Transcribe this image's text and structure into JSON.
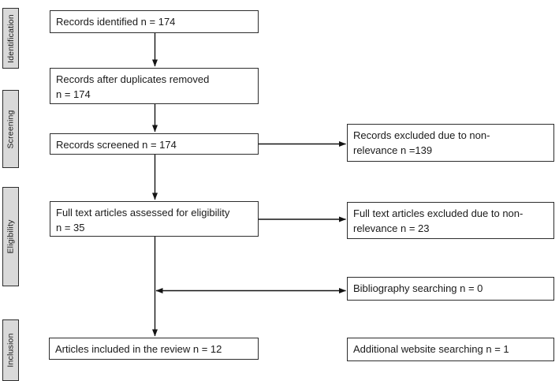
{
  "stages": [
    {
      "label": "Identification"
    },
    {
      "label": "Screening"
    },
    {
      "label": "Eligibility"
    },
    {
      "label": "Inclusion"
    }
  ],
  "main_flow": [
    {
      "text": "Records identified n = 174"
    },
    {
      "text": "Records after duplicates removed\nn = 174"
    },
    {
      "text": "Records screened n = 174"
    },
    {
      "text": "Full text articles assessed for eligibility\nn = 35"
    },
    {
      "text": "Articles included in the review n = 12"
    }
  ],
  "side_boxes": [
    {
      "text": "Records excluded due to non-\nrelevance n =139"
    },
    {
      "text": "Full text articles excluded due to non-\nrelevance n = 23"
    },
    {
      "text": "Bibliography searching n = 0"
    },
    {
      "text": "Additional website searching n = 1"
    }
  ],
  "colors": {
    "background": "#ffffff",
    "box_fill": "#ffffff",
    "box_border": "#2d2d2d",
    "stage_fill": "#d9d9d9",
    "arrow": "#141414",
    "text": "#1a1a1a"
  }
}
